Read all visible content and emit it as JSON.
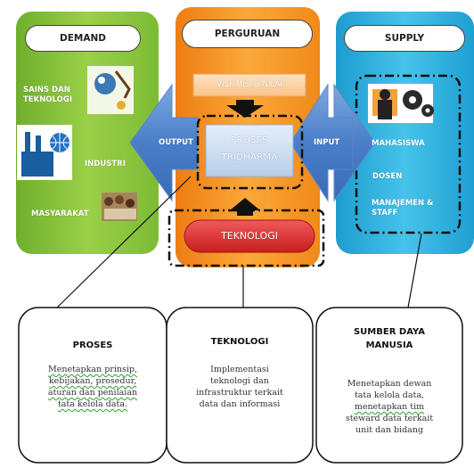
{
  "columns": {
    "demand": {
      "title": "DEMAND",
      "items": [
        "SAINS DAN TEKNOLOGI",
        "INDUSTRI",
        "MASYARAKAT"
      ],
      "icons": [
        "science-clipart-icon",
        "factory-globe-icon",
        "people-photo-icon"
      ],
      "color": "#8dc63f"
    },
    "perguruan": {
      "title": "PERGURUAN",
      "visi": "VISI, MISI & NILAI",
      "proses": [
        "PROSES",
        "TRIDHARMA"
      ],
      "teknologi": "TEKNOLOGI",
      "color": "#f7941d"
    },
    "supply": {
      "title": "SUPPLY",
      "items": [
        "MAHASISWA",
        "DOSEN",
        "MANAJEMEN & STAFF"
      ],
      "icons": [
        "gears-presenter-icon"
      ],
      "color": "#29abe2"
    }
  },
  "arrows": {
    "output": "OUTPUT",
    "input": "INPUT"
  },
  "callouts": [
    {
      "title": "PROSES",
      "lines": [
        "Menetapkan prinsip,",
        "kebijakan, prosedur,",
        "aturan dan penilaian",
        "tata kelola data."
      ]
    },
    {
      "title": "TEKNOLOGI",
      "lines": [
        "Implementasi",
        "teknologi dan",
        "infrastruktur terkait",
        "data dan informasi"
      ]
    },
    {
      "title_lines": [
        "SUMBER DAYA",
        "MANUSIA"
      ],
      "lines": [
        "Menetapkan dewan",
        "tata kelola data,",
        "menetapkan tim",
        "steward data terkait",
        "unit dan bidang"
      ]
    }
  ]
}
